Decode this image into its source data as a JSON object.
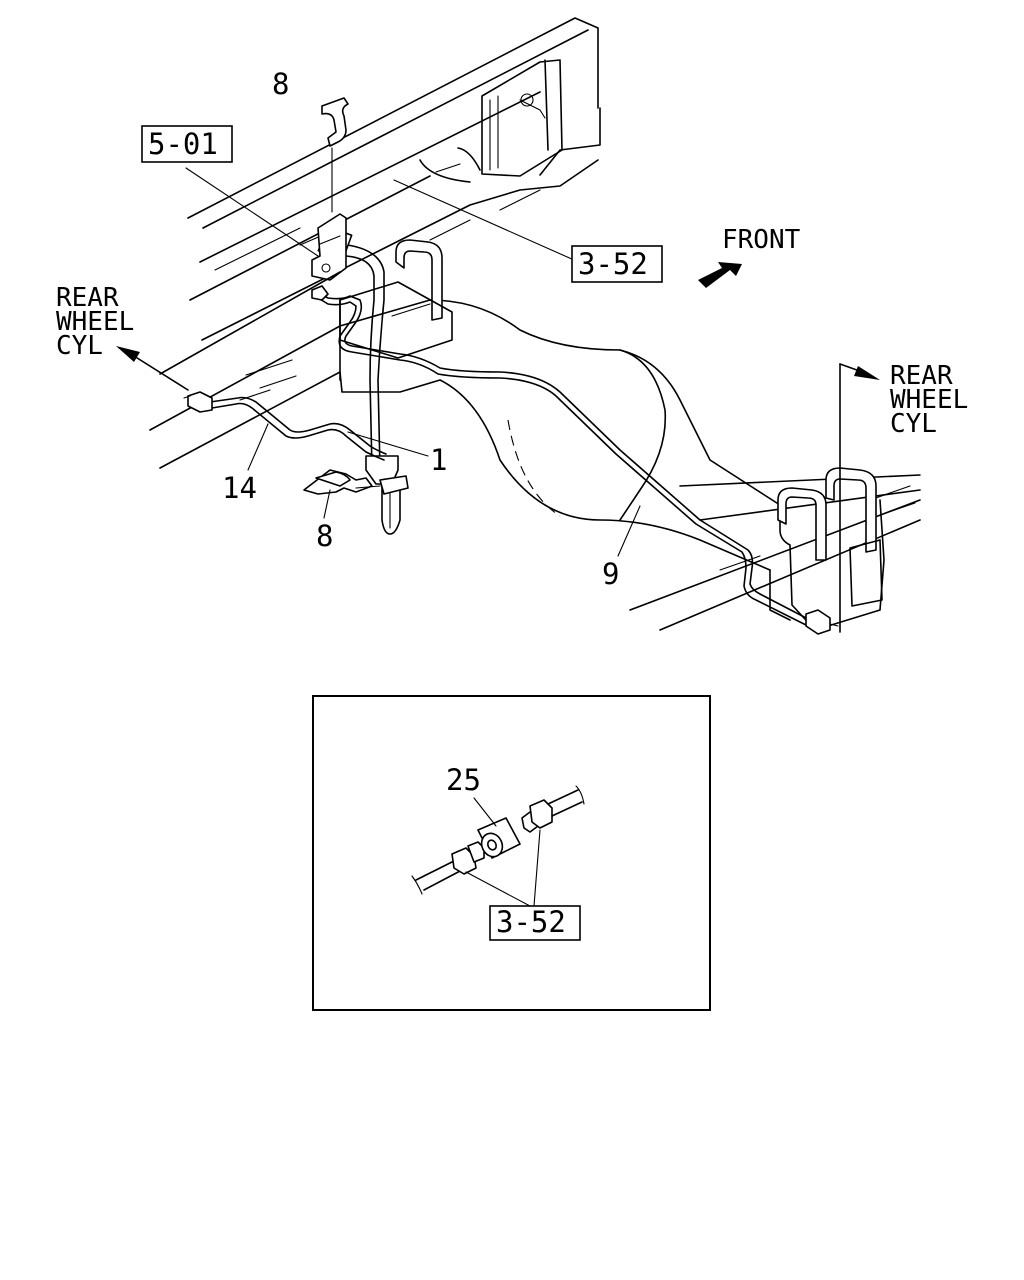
{
  "labels": {
    "rear_left": [
      "REAR",
      "WHEEL",
      "CYL"
    ],
    "rear_right": [
      "REAR",
      "WHEEL",
      "CYL"
    ],
    "front": "FRONT"
  },
  "callouts": {
    "part_8_top": "8",
    "part_8_bottom": "8",
    "part_1": "1",
    "part_14": "14",
    "part_9": "9",
    "ref_5_01": "5-01",
    "ref_3_52": "3-52",
    "inset_part_25": "25",
    "inset_ref_3_52": "3-52"
  }
}
